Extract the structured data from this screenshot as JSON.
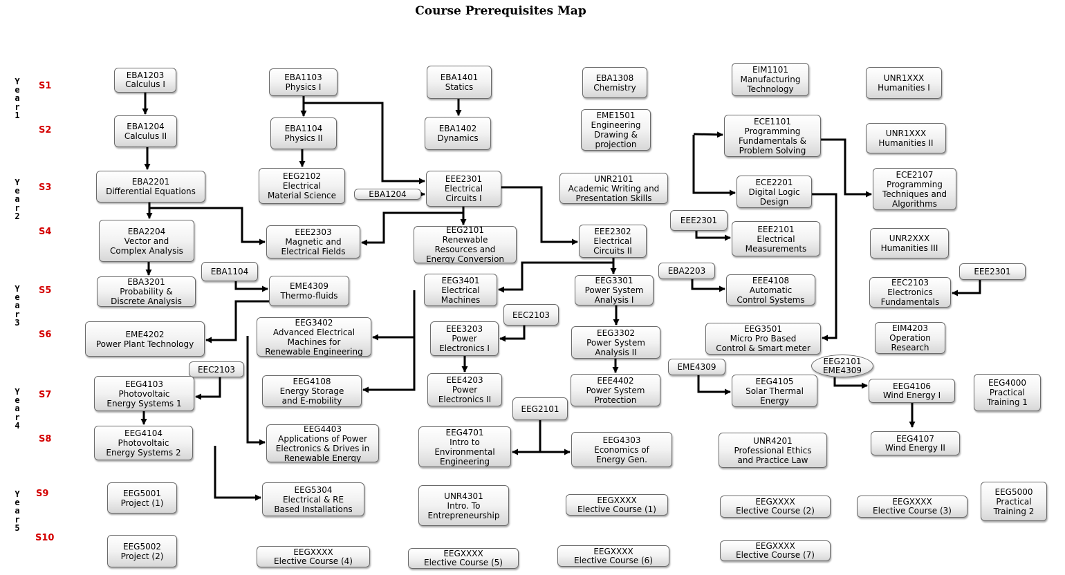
{
  "title": "Course Prerequisites Map",
  "years": [
    {
      "id": "y1",
      "label": "Year 1"
    },
    {
      "id": "y2",
      "label": "Year 2"
    },
    {
      "id": "y3",
      "label": "Year 3"
    },
    {
      "id": "y4",
      "label": "Year 4"
    },
    {
      "id": "y5",
      "label": "Year 5"
    }
  ],
  "semesters": [
    {
      "id": "s1",
      "label": "S1"
    },
    {
      "id": "s2",
      "label": "S2"
    },
    {
      "id": "s3",
      "label": "S3"
    },
    {
      "id": "s4",
      "label": "S4"
    },
    {
      "id": "s5",
      "label": "S5"
    },
    {
      "id": "s6",
      "label": "S6"
    },
    {
      "id": "s7",
      "label": "S7"
    },
    {
      "id": "s8",
      "label": "S8"
    },
    {
      "id": "s9",
      "label": "S9"
    },
    {
      "id": "s10",
      "label": "S10"
    }
  ],
  "colors": {
    "semester_label": "#d40000",
    "edge": "#000000",
    "node_border": "#6a6a6a"
  },
  "nodes": [
    {
      "id": "eba1203",
      "lines": [
        "EBA1203",
        "Calculus I"
      ]
    },
    {
      "id": "eba1103",
      "lines": [
        "EBA1103",
        "Physics I"
      ]
    },
    {
      "id": "eba1401",
      "lines": [
        "EBA1401",
        "Statics"
      ]
    },
    {
      "id": "eba1308",
      "lines": [
        "EBA1308",
        "Chemistry"
      ]
    },
    {
      "id": "eim1101",
      "lines": [
        "EIM1101",
        "Manufacturing",
        "Technology"
      ]
    },
    {
      "id": "unr1xxx-a",
      "lines": [
        "UNR1XXX",
        "Humanities I"
      ]
    },
    {
      "id": "eba1204",
      "lines": [
        "EBA1204",
        "Calculus II"
      ]
    },
    {
      "id": "eba1104",
      "lines": [
        "EBA1104",
        "Physics II"
      ]
    },
    {
      "id": "eba1402",
      "lines": [
        "EBA1402",
        "Dynamics"
      ]
    },
    {
      "id": "eme1501",
      "lines": [
        "EME1501",
        "Engineering",
        "Drawing &",
        "projection"
      ]
    },
    {
      "id": "ece1101",
      "lines": [
        "ECE1101",
        "Programming",
        "Fundamentals &",
        "Problem Solving"
      ]
    },
    {
      "id": "unr1xxx-b",
      "lines": [
        "UNR1XXX",
        "Humanities II"
      ]
    },
    {
      "id": "eba2201",
      "lines": [
        "EBA2201",
        "Differential Equations"
      ]
    },
    {
      "id": "eeg2102",
      "lines": [
        "EEG2102",
        "Electrical",
        "Material Science"
      ]
    },
    {
      "id": "eba1204-ref",
      "lines": [
        "EBA1204"
      ]
    },
    {
      "id": "eee2301",
      "lines": [
        "EEE2301",
        "Electrical",
        "Circuits I"
      ]
    },
    {
      "id": "unr2101",
      "lines": [
        "UNR2101",
        "Academic Writing and",
        "Presentation Skills"
      ]
    },
    {
      "id": "ece2201",
      "lines": [
        "ECE2201",
        "Digital Logic",
        "Design"
      ]
    },
    {
      "id": "ece2107",
      "lines": [
        "ECE2107",
        "Programming",
        "Techniques and",
        "Algorithms"
      ]
    },
    {
      "id": "eba2204",
      "lines": [
        "EBA2204",
        "Vector and",
        "Complex Analysis"
      ]
    },
    {
      "id": "eee2303",
      "lines": [
        "EEE2303",
        "Magnetic and",
        "Electrical Fields"
      ]
    },
    {
      "id": "eeg2101",
      "lines": [
        "EEG2101",
        "Renewable",
        "Resources and",
        "Energy Conversion"
      ]
    },
    {
      "id": "eee2302",
      "lines": [
        "EEE2302",
        "Electrical",
        "Circuits II"
      ]
    },
    {
      "id": "eee2301-ref-a",
      "lines": [
        "EEE2301"
      ]
    },
    {
      "id": "eee2101",
      "lines": [
        "EEE2101",
        "Electrical",
        "Measurements"
      ]
    },
    {
      "id": "unr2xxx",
      "lines": [
        "UNR2XXX",
        "Humanities III"
      ]
    },
    {
      "id": "eba1104-ref",
      "lines": [
        "EBA1104"
      ]
    },
    {
      "id": "eba3201",
      "lines": [
        "EBA3201",
        "Probability &",
        "Discrete Analysis"
      ]
    },
    {
      "id": "eme4309",
      "lines": [
        "EME4309",
        "Thermo-fluids"
      ]
    },
    {
      "id": "eeg3401",
      "lines": [
        "EEG3401",
        "Electrical",
        "Machines"
      ]
    },
    {
      "id": "eeg3301",
      "lines": [
        "EEG3301",
        "Power System",
        "Analysis I"
      ]
    },
    {
      "id": "eba2203-ref",
      "lines": [
        "EBA2203"
      ]
    },
    {
      "id": "eee4108",
      "lines": [
        "EEE4108",
        "Automatic",
        "Control Systems"
      ]
    },
    {
      "id": "eee2301-ref-b",
      "lines": [
        "EEE2301"
      ]
    },
    {
      "id": "eec2103",
      "lines": [
        "EEC2103",
        "Electronics",
        "Fundamentals"
      ]
    },
    {
      "id": "eme4202",
      "lines": [
        "EME4202",
        "Power Plant Technology"
      ]
    },
    {
      "id": "eeg3402",
      "lines": [
        "EEG3402",
        "Advanced Electrical",
        "Machines for",
        "Renewable Engineering"
      ]
    },
    {
      "id": "eee3203",
      "lines": [
        "EEE3203",
        "Power",
        "Electronics I"
      ]
    },
    {
      "id": "eec2103-ref-a",
      "lines": [
        "EEC2103"
      ]
    },
    {
      "id": "eeg3302",
      "lines": [
        "EEG3302",
        "Power System",
        "Analysis II"
      ]
    },
    {
      "id": "eeg3501",
      "lines": [
        "EEG3501",
        "Micro Pro Based",
        "Control & Smart meter"
      ]
    },
    {
      "id": "eim4203",
      "lines": [
        "EIM4203",
        "Operation",
        "Research"
      ]
    },
    {
      "id": "eec2103-ref-b",
      "lines": [
        "EEC2103"
      ]
    },
    {
      "id": "eeg4103",
      "lines": [
        "EEG4103",
        "Photovoltaic",
        "Energy Systems 1"
      ]
    },
    {
      "id": "eeg4108",
      "lines": [
        "EEG4108",
        "Energy Storage",
        "and E-mobility"
      ]
    },
    {
      "id": "eee4203",
      "lines": [
        "EEE4203",
        "Power",
        "Electronics II"
      ]
    },
    {
      "id": "eee4402",
      "lines": [
        "EEE4402",
        "Power System",
        "Protection"
      ]
    },
    {
      "id": "eme4309-ref",
      "lines": [
        "EME4309"
      ]
    },
    {
      "id": "eeg4105",
      "lines": [
        "EEG4105",
        "Solar Thermal",
        "Energy"
      ]
    },
    {
      "id": "eeg2101-eme4309-ref",
      "lines": [
        "EEG2101",
        "EME4309"
      ]
    },
    {
      "id": "eeg4106",
      "lines": [
        "EEG4106",
        "Wind Energy I"
      ]
    },
    {
      "id": "eeg4000",
      "lines": [
        "EEG4000",
        "Practical",
        "Training 1"
      ]
    },
    {
      "id": "eeg2101-ref",
      "lines": [
        "EEG2101"
      ]
    },
    {
      "id": "eeg4104",
      "lines": [
        "EEG4104",
        "Photovoltaic",
        "Energy Systems 2"
      ]
    },
    {
      "id": "eeg4403",
      "lines": [
        "EEG4403",
        "Applications of Power",
        "Electronics & Drives in",
        "Renewable Energy"
      ]
    },
    {
      "id": "eeg4701",
      "lines": [
        "EEG4701",
        "Intro to",
        "Environmental",
        "Engineering"
      ]
    },
    {
      "id": "eeg4303",
      "lines": [
        "EEG4303",
        "Economics of",
        "Energy Gen."
      ]
    },
    {
      "id": "unr4201",
      "lines": [
        "UNR4201",
        "Professional Ethics",
        "and Practice Law"
      ]
    },
    {
      "id": "eeg4107",
      "lines": [
        "EEG4107",
        "Wind Energy II"
      ]
    },
    {
      "id": "eeg5001",
      "lines": [
        "EEG5001",
        "Project (1)"
      ]
    },
    {
      "id": "eeg5304",
      "lines": [
        "EEG5304",
        "Electrical & RE",
        "Based Installations"
      ]
    },
    {
      "id": "unr4301",
      "lines": [
        "UNR4301",
        "Intro. To",
        "Entrepreneurship"
      ]
    },
    {
      "id": "elective-1",
      "lines": [
        "EEGXXXX",
        "Elective Course (1)"
      ]
    },
    {
      "id": "elective-2",
      "lines": [
        "EEGXXXX",
        "Elective Course (2)"
      ]
    },
    {
      "id": "elective-3",
      "lines": [
        "EEGXXXX",
        "Elective Course (3)"
      ]
    },
    {
      "id": "eeg5000",
      "lines": [
        "EEG5000",
        "Practical",
        "Training 2"
      ]
    },
    {
      "id": "eeg5002",
      "lines": [
        "EEG5002",
        "Project (2)"
      ]
    },
    {
      "id": "elective-4",
      "lines": [
        "EEGXXXX",
        "Elective Course (4)"
      ]
    },
    {
      "id": "elective-5",
      "lines": [
        "EEGXXXX",
        "Elective Course (5)"
      ]
    },
    {
      "id": "elective-6",
      "lines": [
        "EEGXXXX",
        "Elective Course (6)"
      ]
    },
    {
      "id": "elective-7",
      "lines": [
        "EEGXXXX",
        "Elective Course (7)"
      ]
    }
  ],
  "edges": [
    {
      "from": "eba1203",
      "to": "eba1204"
    },
    {
      "from": "eba1204",
      "to": "eba2201"
    },
    {
      "from": "eba1103",
      "to": "eba1104"
    },
    {
      "from": "eba1104",
      "to": "eeg2102"
    },
    {
      "from": "eba1401",
      "to": "eba1402"
    },
    {
      "from": "eba1103",
      "to": "eee2301"
    },
    {
      "from": "eba1204-ref",
      "to": "eee2301"
    },
    {
      "from": "eba2201",
      "to": "eee2303"
    },
    {
      "from": "eee2301",
      "to": "eee2303"
    },
    {
      "from": "eba2201",
      "to": "eba2204"
    },
    {
      "from": "eee2301",
      "to": "eeg2101"
    },
    {
      "from": "eee2301",
      "to": "eee2302"
    },
    {
      "from": "ece1101",
      "to": "ece2201"
    },
    {
      "from": "ece1101",
      "to": "ece2107"
    },
    {
      "from": "eee2301-ref-a",
      "to": "eee2101"
    },
    {
      "from": "eba2204",
      "to": "eba3201"
    },
    {
      "from": "eba1104-ref",
      "to": "eme4309"
    },
    {
      "from": "eee2302",
      "to": "eeg3401"
    },
    {
      "from": "eee2302",
      "to": "eeg3301"
    },
    {
      "from": "eba2203-ref",
      "to": "eee4108"
    },
    {
      "from": "eee2301-ref-b",
      "to": "eec2103"
    },
    {
      "from": "eme4309",
      "to": "eme4202"
    },
    {
      "from": "eeg3401",
      "to": "eeg3402"
    },
    {
      "from": "eec2103-ref-a",
      "to": "eee3203"
    },
    {
      "from": "eeg3301",
      "to": "eeg3302"
    },
    {
      "from": "ece2201",
      "to": "eeg3501"
    },
    {
      "from": "eec2103-ref-b",
      "to": "eeg4103"
    },
    {
      "from": "eeg3401",
      "to": "eeg4108"
    },
    {
      "from": "eee3203",
      "to": "eee4203"
    },
    {
      "from": "eeg3302",
      "to": "eee4402"
    },
    {
      "from": "eme4309-ref",
      "to": "eeg4105"
    },
    {
      "from": "eeg2101-eme4309-ref",
      "to": "eeg4106"
    },
    {
      "from": "eeg4103",
      "to": "eeg4104"
    },
    {
      "from": "eeg3402",
      "to": "eeg4403"
    },
    {
      "from": "eeg2101-ref",
      "to": "eeg4701"
    },
    {
      "from": "eeg2101-ref",
      "to": "eeg4303"
    },
    {
      "from": "eeg4106",
      "to": "eeg4107"
    },
    {
      "from": "eeg4104",
      "to": "eeg5304"
    },
    {
      "from": "eeg5001",
      "to": "eeg5002"
    }
  ]
}
